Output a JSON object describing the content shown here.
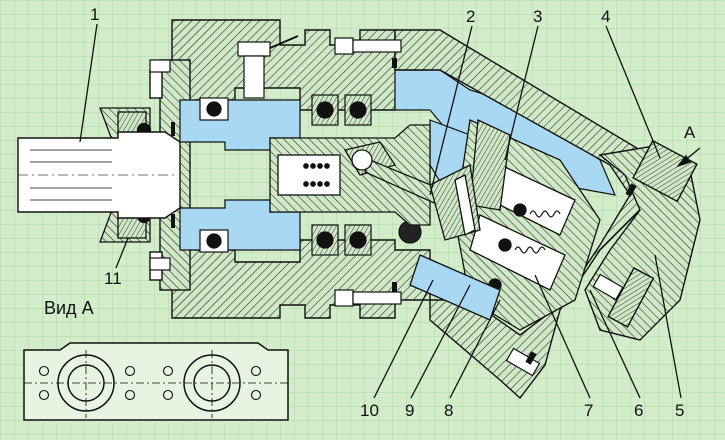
{
  "callouts": {
    "c1": "1",
    "c2": "2",
    "c3": "3",
    "c4": "4",
    "c5": "5",
    "c6": "6",
    "c7": "7",
    "c8": "8",
    "c9": "9",
    "c10": "10",
    "c11": "11",
    "view_marker": "A"
  },
  "view_label": "Вид А",
  "colors": {
    "background": "#d3edcb",
    "grid": "#aed6a6",
    "oil": "#a9d8f2",
    "hatch": "#222222",
    "line": "#111111"
  }
}
